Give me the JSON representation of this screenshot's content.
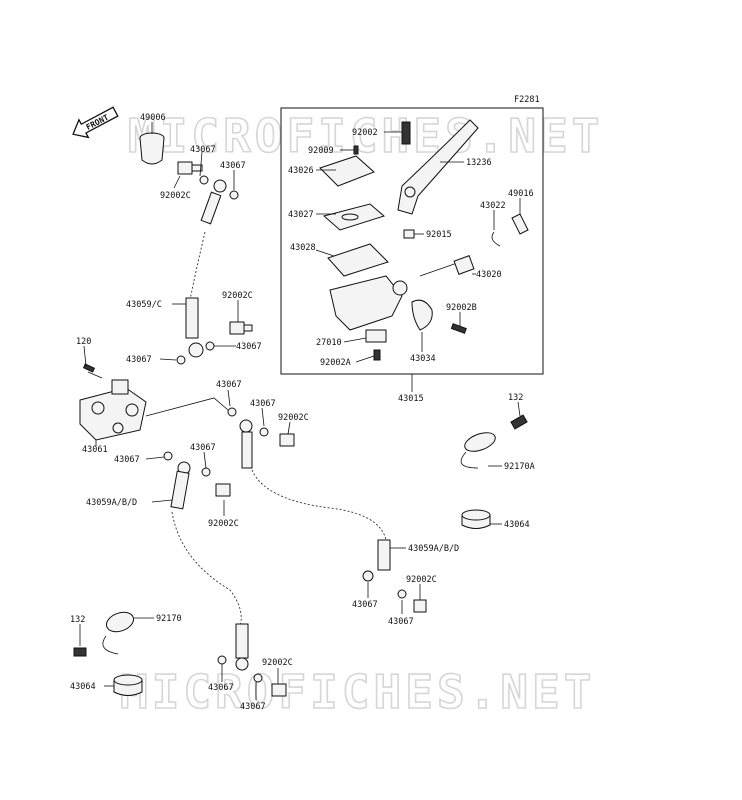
{
  "figure_code": "F2281",
  "front_arrow_label": "FRONT",
  "watermarks": [
    "MICROFICHES.NET",
    "MICROFICHES.NET"
  ],
  "assembly_box_label": "43015",
  "parts": [
    "49006",
    "43067",
    "92002C",
    "43067",
    "92002",
    "92009",
    "43026",
    "13236",
    "43027",
    "49016",
    "43022",
    "92015",
    "43028",
    "43020",
    "43059/C",
    "92002C",
    "92002B",
    "27010",
    "43067",
    "120",
    "43067",
    "92002A",
    "43034",
    "43067",
    "43067",
    "92002C",
    "132",
    "43061",
    "43067",
    "43067",
    "92170A",
    "43059A/B/D",
    "92002C",
    "43064",
    "43059A/B/D",
    "92002C",
    "43067",
    "43067",
    "132",
    "92170",
    "43064",
    "43067",
    "92002C",
    "43067"
  ]
}
